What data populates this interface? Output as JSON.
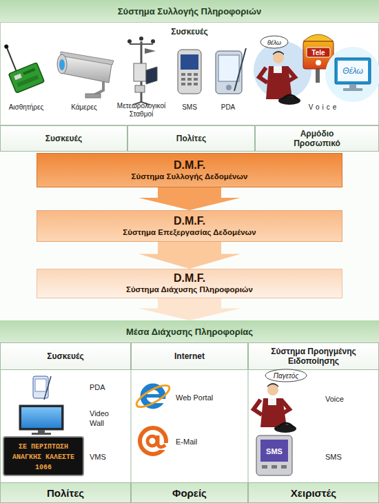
{
  "diagram": {
    "nodes": [
      {
        "text": [
          "Σύστημα Συλλογής Πληροφοριών"
        ]
      },
      {
        "text": [
          "Συσκευές"
        ],
        "in": 0
      },
      {
        "text": [
          "Συσκευές"
        ],
        "in": 0
      },
      {
        "text": [
          "Πολίτες"
        ],
        "in": 0
      },
      {
        "text": [
          "Αρμόδιο Προσωπικό"
        ],
        "in": 0
      },
      {
        "text": [
          "D.M.F.",
          "Σύστημα Συλλογής Δεδομένων"
        ]
      },
      {
        "text": [
          "D.M.F.",
          "Σύστημα Επεξεργασίας Δεδομένων"
        ]
      },
      {
        "text": [
          "D.M.F.",
          "Σύστημα Διάχυσης Πληροφοριών"
        ]
      },
      {
        "text": [
          "Μέσα Διάχυσης Πληροφορίας"
        ]
      },
      {
        "text": [
          "Συσκευές"
        ],
        "in": 8
      },
      {
        "text": [
          "Internet"
        ],
        "in": 8
      },
      {
        "text": [
          "Σύστημα Προηγμένης Ειδοποίησης"
        ],
        "in": 8
      },
      {
        "text": [
          "Πολίτες"
        ],
        "in": 8
      },
      {
        "text": [
          "Φορείς"
        ],
        "in": 8
      },
      {
        "text": [
          "Χειριστές"
        ],
        "in": 8
      }
    ],
    "edges": [
      {
        "from": 5,
        "to": 6,
        "arrow": "to"
      },
      {
        "from": 6,
        "to": 7,
        "arrow": "to"
      },
      {
        "from": 7,
        "to": 8,
        "arrow": "to"
      }
    ],
    "labels": [
      "Αισθητήρες",
      "Κάμερες",
      "Μετεωρολογικοί Σταθμοί",
      "SMS",
      "PDA",
      "θέλω",
      "Tele",
      "Θέλω",
      "Voice",
      "PDA",
      "Video Wall",
      "ΣΕ ΠΕΡΙΠΤΩΣΗ ΑΝΑΓΚΗΣ ΚΑΛΕΣΤΕ 1066",
      "VMS",
      "Web Portal",
      "E-Mail",
      "Παγετός",
      "Voice",
      "SMS",
      "SMS"
    ]
  }
}
